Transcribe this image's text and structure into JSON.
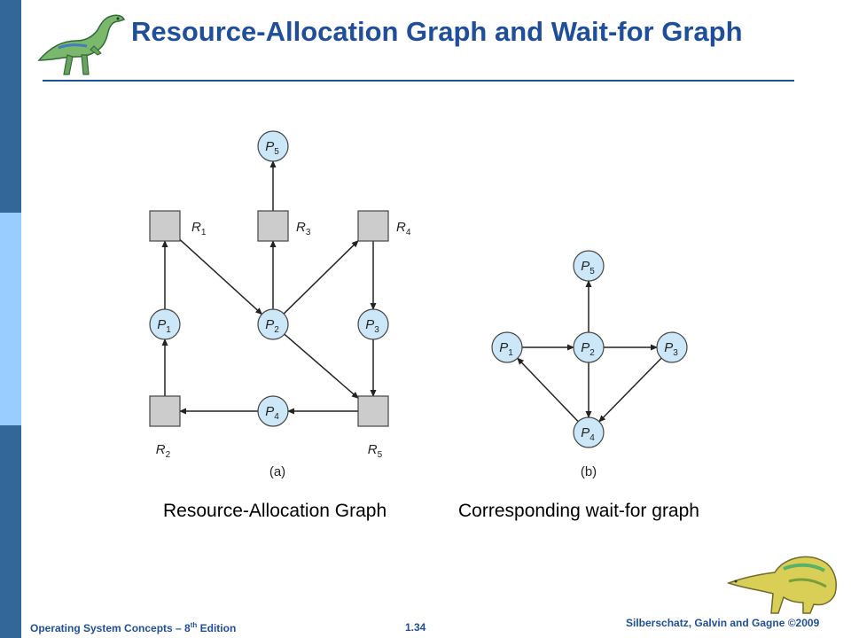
{
  "title": "Resource-Allocation Graph and Wait-for Graph",
  "captions": {
    "a": "Resource-Allocation Graph",
    "b": "Corresponding wait-for graph"
  },
  "footer": {
    "course_prefix": "Operating System Concepts – 8",
    "edition_sup": "th",
    "edition_suffix": " Edition",
    "page": "1.34",
    "copyright": "Silberschatz, Galvin and Gagne ©2009"
  },
  "colors": {
    "accent": "#1f4e9a",
    "band_dark": "#336699",
    "band_light": "#99ccff",
    "process_fill": "#cce7f8",
    "resource_fill": "#cccccc"
  },
  "diagram_a": {
    "label": "(a)",
    "processes": [
      {
        "id": "P5",
        "letter": "P",
        "sub": "5"
      },
      {
        "id": "P1",
        "letter": "P",
        "sub": "1"
      },
      {
        "id": "P2",
        "letter": "P",
        "sub": "2"
      },
      {
        "id": "P3",
        "letter": "P",
        "sub": "3"
      },
      {
        "id": "P4",
        "letter": "P",
        "sub": "4"
      }
    ],
    "resources": [
      {
        "id": "R1",
        "letter": "R",
        "sub": "1"
      },
      {
        "id": "R3",
        "letter": "R",
        "sub": "3"
      },
      {
        "id": "R4",
        "letter": "R",
        "sub": "4"
      },
      {
        "id": "R2",
        "letter": "R",
        "sub": "2"
      },
      {
        "id": "R5",
        "letter": "R",
        "sub": "5"
      }
    ],
    "edges": [
      [
        "R3",
        "P5"
      ],
      [
        "P1",
        "R1"
      ],
      [
        "R1",
        "P2"
      ],
      [
        "P2",
        "R3"
      ],
      [
        "P2",
        "R4"
      ],
      [
        "R4",
        "P3"
      ],
      [
        "P3",
        "R5"
      ],
      [
        "P2",
        "R5"
      ],
      [
        "R5",
        "P4"
      ],
      [
        "P4",
        "R2"
      ],
      [
        "R2",
        "P1"
      ]
    ]
  },
  "diagram_b": {
    "label": "(b)",
    "processes": [
      {
        "id": "P5",
        "letter": "P",
        "sub": "5"
      },
      {
        "id": "P1",
        "letter": "P",
        "sub": "1"
      },
      {
        "id": "P2",
        "letter": "P",
        "sub": "2"
      },
      {
        "id": "P3",
        "letter": "P",
        "sub": "3"
      },
      {
        "id": "P4",
        "letter": "P",
        "sub": "4"
      }
    ],
    "edges": [
      [
        "P2",
        "P5"
      ],
      [
        "P1",
        "P2"
      ],
      [
        "P2",
        "P3"
      ],
      [
        "P2",
        "P4"
      ],
      [
        "P3",
        "P4"
      ],
      [
        "P4",
        "P1"
      ]
    ]
  }
}
